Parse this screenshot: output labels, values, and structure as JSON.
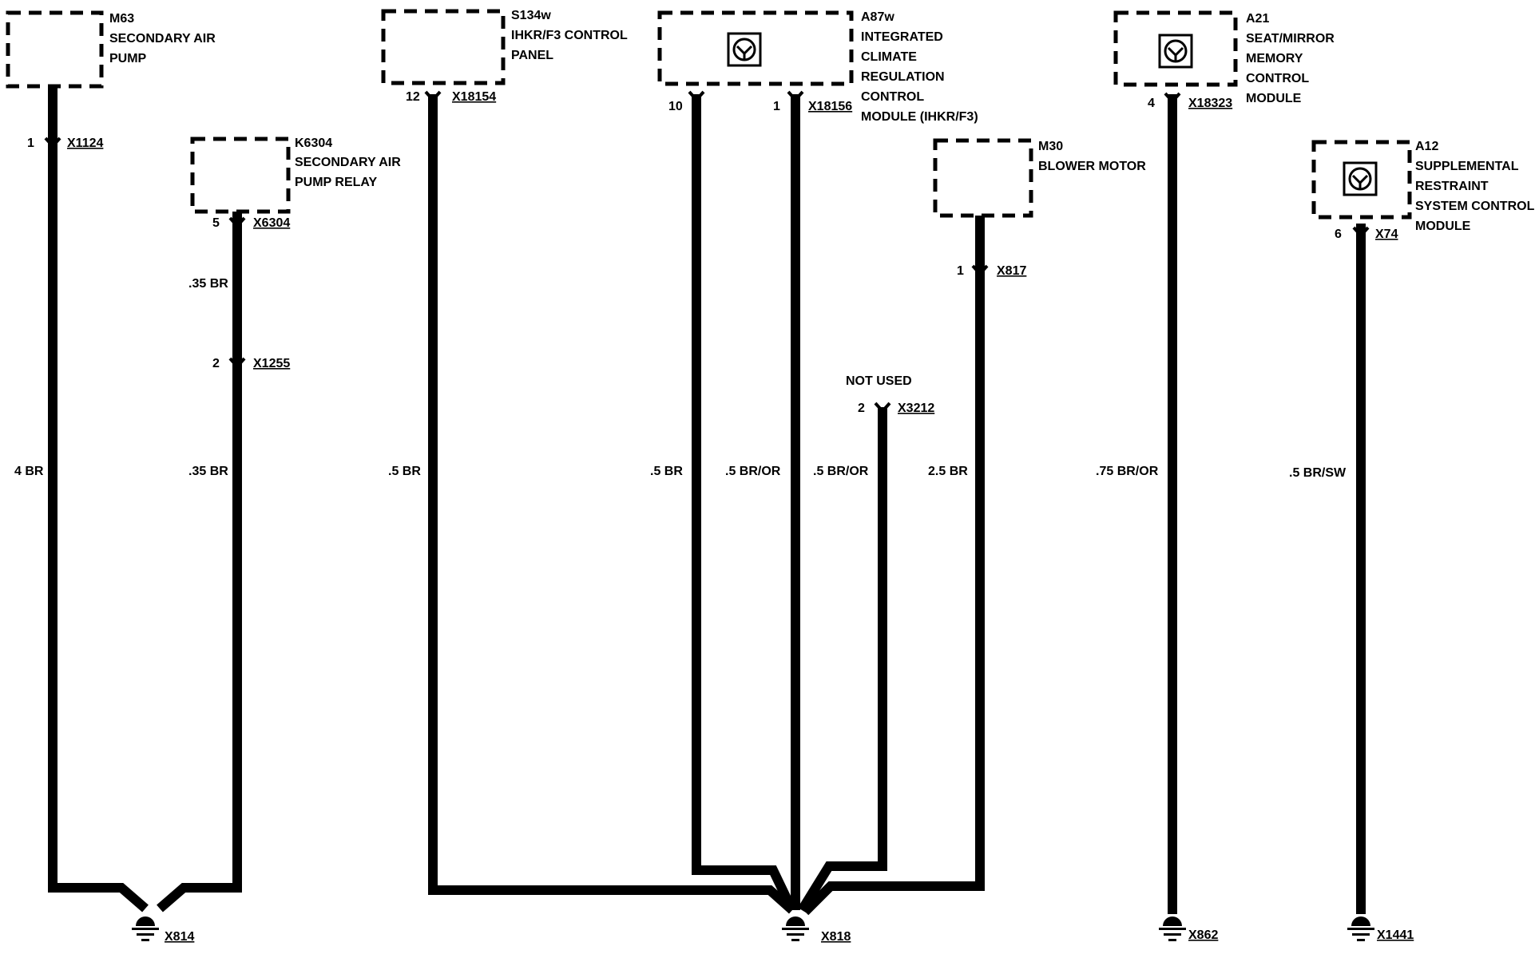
{
  "components": {
    "m63": {
      "id": "M63",
      "lines": [
        "SECONDARY AIR",
        "PUMP"
      ]
    },
    "k6304": {
      "id": "K6304",
      "lines": [
        "SECONDARY AIR",
        "PUMP RELAY"
      ]
    },
    "s134w": {
      "id": "S134w",
      "lines": [
        "IHKR/F3 CONTROL",
        "PANEL"
      ]
    },
    "a87w": {
      "id": "A87w",
      "lines": [
        "INTEGRATED",
        "CLIMATE",
        "REGULATION",
        "CONTROL",
        "MODULE (IHKR/F3)"
      ]
    },
    "m30": {
      "id": "M30",
      "lines": [
        "BLOWER MOTOR"
      ]
    },
    "a21": {
      "id": "A21",
      "lines": [
        "SEAT/MIRROR",
        "MEMORY",
        "CONTROL",
        "MODULE"
      ]
    },
    "a12": {
      "id": "A12",
      "lines": [
        "SUPPLEMENTAL",
        "RESTRAINT",
        "SYSTEM CONTROL",
        "MODULE"
      ]
    }
  },
  "connectors": {
    "x1124": {
      "pin": "1",
      "name": "X1124"
    },
    "x6304": {
      "pin": "5",
      "name": "X6304"
    },
    "x1255": {
      "pin": "2",
      "name": "X1255"
    },
    "x18154": {
      "pin": "12",
      "name": "X18154"
    },
    "x18156_10": {
      "pin": "10"
    },
    "x18156_1": {
      "pin": "1",
      "name": "X18156"
    },
    "x3212": {
      "pin": "2",
      "name": "X3212",
      "note": "NOT USED"
    },
    "x817": {
      "pin": "1",
      "name": "X817"
    },
    "x18323": {
      "pin": "4",
      "name": "X18323"
    },
    "x74": {
      "pin": "6",
      "name": "X74"
    }
  },
  "wires": {
    "m63": [
      "4 BR"
    ],
    "k6304": [
      ".35 BR",
      ".35 BR"
    ],
    "s134w": [
      ".5 BR"
    ],
    "a87w_10": [
      ".5 BR"
    ],
    "a87w_1": [
      ".5 BR/OR"
    ],
    "x3212": [
      ".5 BR/OR"
    ],
    "m30": [
      "2.5 BR"
    ],
    "a21": [
      ".75 BR/OR"
    ],
    "a12": [
      ".5 BR/SW"
    ]
  },
  "grounds": [
    "X814",
    "X818",
    "X862",
    "X1441"
  ]
}
